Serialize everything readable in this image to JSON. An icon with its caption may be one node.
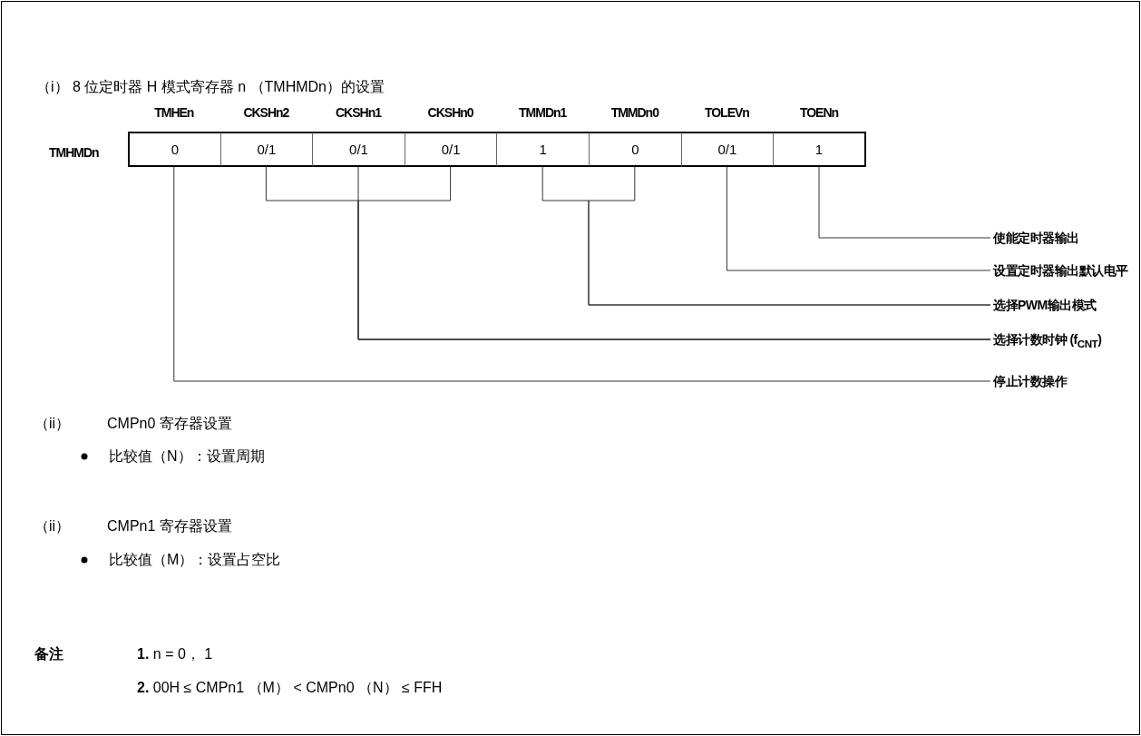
{
  "diagram": {
    "title": "（i） 8 位定时器 H 模式寄存器 n （TMHMDn）的设置",
    "nodes": [
      {
        "text": [
          "TMHEn",
          "0"
        ]
      },
      {
        "text": [
          "CKSHn2",
          "0/1"
        ]
      },
      {
        "text": [
          "CKSHn1",
          "0/1"
        ]
      },
      {
        "text": [
          "CKSHn0",
          "0/1"
        ]
      },
      {
        "text": [
          "TMMDn1",
          "1"
        ]
      },
      {
        "text": [
          "TMMDn0",
          "0"
        ]
      },
      {
        "text": [
          "TOLEVn",
          "0/1"
        ]
      },
      {
        "text": [
          "TOENn",
          "1"
        ]
      },
      {
        "text": [
          "使能定时器输出"
        ]
      },
      {
        "text": [
          "设置定时器输出默认电平"
        ]
      },
      {
        "text": [
          "选择PWM输出模式"
        ]
      },
      {
        "text": [
          "选择计数时钟 (f$_{CNT}$)"
        ]
      },
      {
        "text": [
          "停止计数操作"
        ]
      }
    ],
    "edges": [
      {
        "from": 7,
        "to": 8,
        "arrow": "none"
      },
      {
        "from": 6,
        "to": 9,
        "arrow": "none"
      },
      {
        "from": 4,
        "to": 10,
        "arrow": "none"
      },
      {
        "from": 5,
        "to": 10,
        "arrow": "none"
      },
      {
        "from": 1,
        "to": 11,
        "arrow": "none"
      },
      {
        "from": 2,
        "to": 11,
        "arrow": "none"
      },
      {
        "from": 3,
        "to": 11,
        "arrow": "none"
      },
      {
        "from": 0,
        "to": 12,
        "arrow": "none"
      }
    ],
    "labels": [
      "TMHMDn",
      "（ii）",
      "CMPn0 寄存器设置",
      "比较值（N）：设置周期",
      "（ii）",
      "CMPn1 寄存器设置",
      "比较值（M）：设置占空比",
      "备注",
      "**1.** n = 0， 1",
      "**2.** 00H ≤ CMPn1 （M） < CMPn0 （N） ≤ FFH"
    ]
  }
}
